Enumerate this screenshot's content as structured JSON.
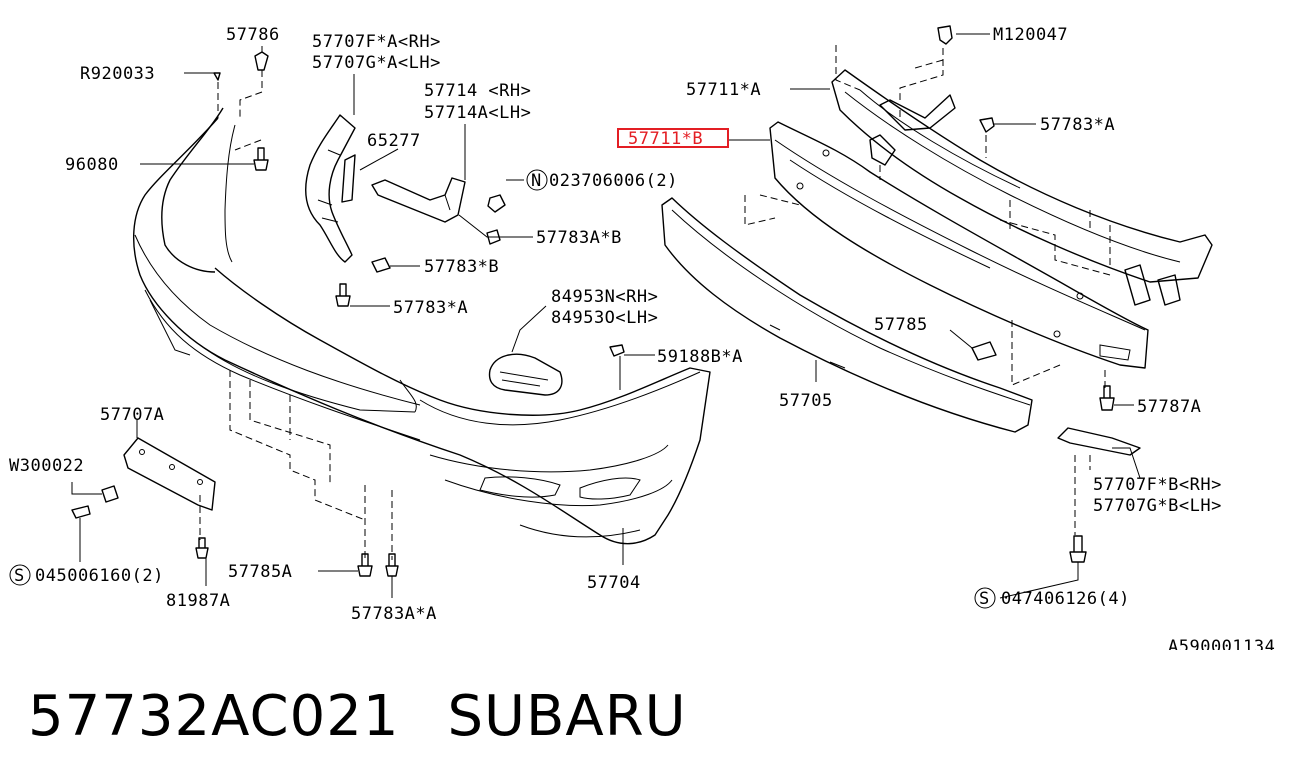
{
  "labels": {
    "p57786": "57786",
    "r920033": "R920033",
    "p96080": "96080",
    "p57707fa": "57707F*A<RH>",
    "p57707ga": "57707G*A<LH>",
    "p65277": "65277",
    "p57714": "57714 <RH>",
    "p57714a": "57714A<LH>",
    "p023706006": "023706006(2)",
    "p57783ab": "57783A*B",
    "p57783b": "57783*B",
    "p57783a": "57783*A",
    "p84953n": "84953N<RH>",
    "p84953o": "84953O<LH>",
    "p59188ba": "59188B*A",
    "p57707a": "57707A",
    "w300022": "W300022",
    "s045006160": "045006160(2)",
    "p81987a": "81987A",
    "p57785a": "57785A",
    "p57783aa": "57783A*A",
    "p57704": "57704",
    "m120047": "M120047",
    "p57711a": "57711*A",
    "p57711b": "57711*B",
    "p57783a_r": "57783*A",
    "p57785": "57785",
    "p57705": "57705",
    "p57787a": "57787A",
    "p57707fb": "57707F*B<RH>",
    "p57707gb": "57707G*B<LH>",
    "s047406126": "047406126(4)",
    "fig_code": "A590001134"
  },
  "callout_symbols": {
    "n": "N",
    "s": "S"
  },
  "caption": {
    "part_number": "57732AC021",
    "brand": "SUBARU"
  },
  "highlight_color": "#e31e24"
}
